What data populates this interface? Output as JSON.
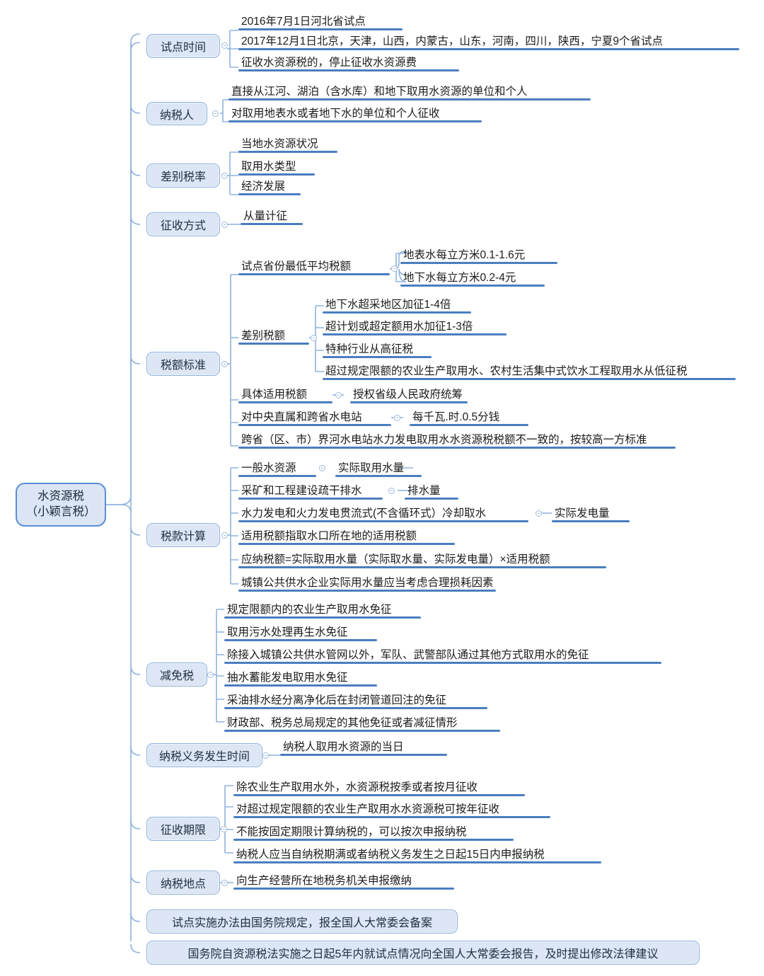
{
  "title": "水资源税思维导图",
  "colors": {
    "node_fill": "#dce6f4",
    "node_border": "#8fb0dd",
    "root_border": "#5b8fd6",
    "underline": "#4a7ec0",
    "wire": "#8fb3dd",
    "text": "#1b1b1b",
    "background": "#ffffff"
  },
  "root": {
    "line1": "水资源税",
    "line2": "（小颖言税）"
  },
  "branches": [
    {
      "id": "pilot-time",
      "label": "试点时间",
      "children": [
        {
          "label": "2016年7月1日河北省试点"
        },
        {
          "label": "2017年12月1日北京，天津，山西，内蒙古，山东，河南，四川，陕西，宁夏9个省试点"
        },
        {
          "label": "征收水资源税的，停止征收水资源费"
        }
      ]
    },
    {
      "id": "taxpayer",
      "label": "纳税人",
      "children": [
        {
          "label": "直接从江河、湖泊（含水库）和地下取用水资源的单位和个人"
        },
        {
          "label": "对取用地表水或者地下水的单位和个人征收"
        }
      ]
    },
    {
      "id": "differential-rate",
      "label": "差别税率",
      "children": [
        {
          "label": "当地水资源状况"
        },
        {
          "label": "取用水类型"
        },
        {
          "label": "经济发展"
        }
      ]
    },
    {
      "id": "collection-method",
      "label": "征收方式",
      "children": [
        {
          "label": "从量计征"
        }
      ]
    },
    {
      "id": "tax-standard",
      "label": "税额标准",
      "children": [
        {
          "label": "试点省份最低平均税额",
          "children": [
            {
              "label": "地表水每立方米0.1-1.6元"
            },
            {
              "label": "地下水每立方米0.2-4元"
            }
          ]
        },
        {
          "label": "差别税额",
          "children": [
            {
              "label": "地下水超采地区加征1-4倍"
            },
            {
              "label": "超计划或超定额用水加征1-3倍"
            },
            {
              "label": "特种行业从高征税"
            },
            {
              "label": "超过规定限额的农业生产取用水、农村生活集中式饮水工程取用水从低征税"
            }
          ]
        },
        {
          "label": "具体适用税额",
          "children": [
            {
              "label": "授权省级人民政府统筹"
            }
          ]
        },
        {
          "label": "对中央直属和跨省水电站",
          "children": [
            {
              "label": "每千瓦.时.0.5分钱"
            }
          ]
        },
        {
          "label": "跨省（区、市）界河水电站水力发电取用水水资源税税额不一致的，按较高一方标准"
        }
      ]
    },
    {
      "id": "tax-calculation",
      "label": "税款计算",
      "children": [
        {
          "label": "一般水资源",
          "children": [
            {
              "label": "实际取用水量"
            }
          ]
        },
        {
          "label": "采矿和工程建设疏干排水",
          "children": [
            {
              "label": "排水量"
            }
          ]
        },
        {
          "label": "水力发电和火力发电贯流式(不含循环式）冷却取水",
          "children": [
            {
              "label": "实际发电量"
            }
          ]
        },
        {
          "label": "适用税额指取水口所在地的适用税额"
        },
        {
          "label": "应纳税额=实际取用水量（实际取水量、实际发电量）×适用税额"
        },
        {
          "label": "城镇公共供水企业实际用水量应当考虑合理损耗因素"
        }
      ]
    },
    {
      "id": "tax-reduction",
      "label": "减免税",
      "children": [
        {
          "label": "规定限额内的农业生产取用水免征"
        },
        {
          "label": "取用污水处理再生水免征"
        },
        {
          "label": "除接入城镇公共供水管网以外，军队、武警部队通过其他方式取用水的免征"
        },
        {
          "label": "抽水蓄能发电取用水免征"
        },
        {
          "label": "采油排水经分离净化后在封闭管道回注的免征"
        },
        {
          "label": "财政部、税务总局规定的其他免征或者减征情形"
        }
      ]
    },
    {
      "id": "tax-obligation-time",
      "label": "纳税义务发生时间",
      "children": [
        {
          "label": "纳税人取用水资源的当日"
        }
      ]
    },
    {
      "id": "collection-period",
      "label": "征收期限",
      "children": [
        {
          "label": "除农业生产取用水外，水资源税按季或者按月征收"
        },
        {
          "label": "对超过规定限额的农业生产取用水水资源税可按年征收"
        },
        {
          "label": "不能按固定期限计算纳税的，可以按次申报纳税"
        },
        {
          "label": "纳税人应当自纳税期满或者纳税义务发生之日起15日内申报纳税"
        }
      ]
    },
    {
      "id": "tax-place",
      "label": "纳税地点",
      "children": [
        {
          "label": "向生产经营所在地税务机关申报缴纳"
        }
      ]
    },
    {
      "id": "pilot-measures",
      "label": "试点实施办法由国务院规定，报全国人大常委会备案",
      "standalone": true,
      "children": []
    },
    {
      "id": "state-council-report",
      "label": "国务院自资源税法实施之日起5年内就试点情况向全国人大常委会报告，及时提出修改法律建议",
      "standalone": true,
      "children": []
    }
  ]
}
